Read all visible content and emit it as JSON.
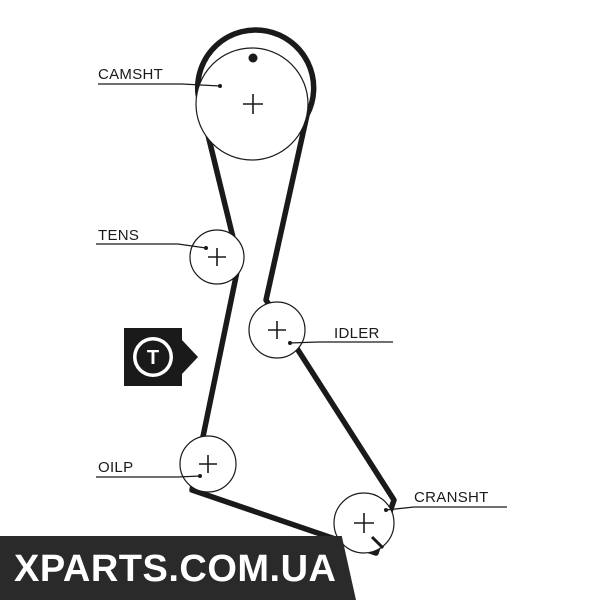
{
  "diagram": {
    "labels": {
      "camshaft": "CAMSHT",
      "tensioner": "TENS",
      "idler": "IDLER",
      "oil_pump": "OILP",
      "crankshaft": "CRANSHT"
    },
    "tension_badge": "T"
  },
  "watermark": {
    "text": "XPARTS.COM.UA"
  },
  "colors": {
    "ink": "#1a1a1a",
    "background": "#ffffff",
    "watermark_bg": "#2a2a2a",
    "watermark_text": "#ffffff"
  }
}
